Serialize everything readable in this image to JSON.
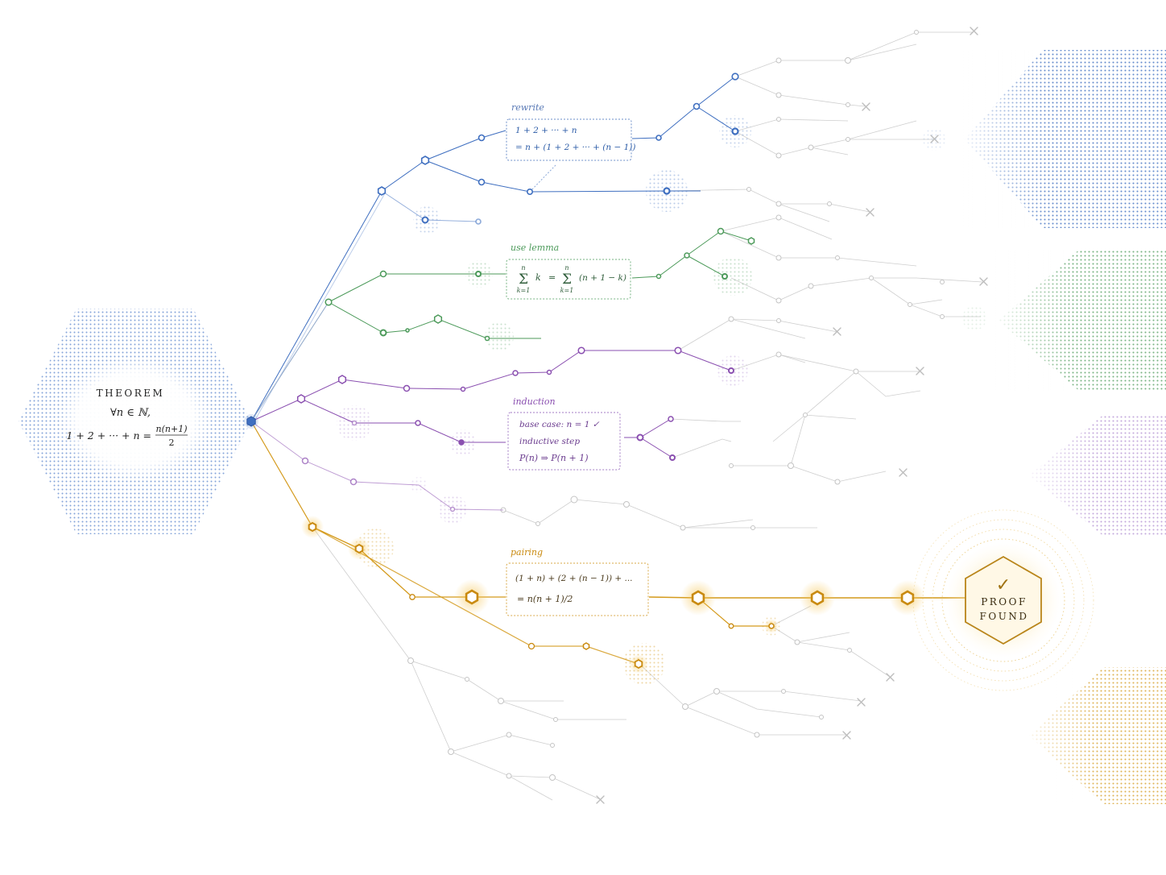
{
  "theorem": {
    "heading": "THEOREM",
    "line1": "∀n ∈ ℕ,",
    "lhs": "1 + 2 + ··· + n =",
    "frac_num": "n(n+1)",
    "frac_den": "2"
  },
  "strategies": {
    "rewrite": {
      "label": "rewrite",
      "line1": "1 + 2 + ··· + n",
      "line2": "= n + (1 + 2 + ··· + (n − 1))"
    },
    "lemma": {
      "label": "use lemma",
      "lhs_sum": "Σ",
      "lhs_top": "n",
      "lhs_bottom": "k=1",
      "lhs_body": "k",
      "eq": "=",
      "rhs_sum": "Σ",
      "rhs_top": "n",
      "rhs_bottom": "k=1",
      "rhs_body": "(n + 1 − k)"
    },
    "induction": {
      "label": "induction",
      "line1": "base case:  n = 1  ✓",
      "line2": "inductive step",
      "line3": "P(n)  ⇒  P(n + 1)"
    },
    "pairing": {
      "label": "pairing",
      "line1": "(1 + n) + (2 + (n − 1)) + ...",
      "line2": "=  n(n + 1)/2"
    }
  },
  "result": {
    "check": "✓",
    "line1": "PROOF",
    "line2": "FOUND"
  },
  "colors": {
    "blue": "#3f6fc0",
    "green": "#4c9a5a",
    "purple": "#8a4fb0",
    "gold": "#d49a1c",
    "gray": "#c4c4c4",
    "ink": "#222222"
  }
}
